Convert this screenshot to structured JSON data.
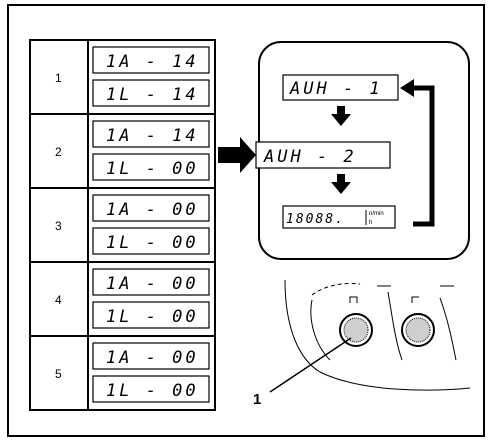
{
  "steps": [
    {
      "index": "1",
      "top": "1A - 14",
      "bottom": "1L - 14"
    },
    {
      "index": "2",
      "top": "1A - 14",
      "bottom": "1L - 00"
    },
    {
      "index": "3",
      "top": "1A - 00",
      "bottom": "1L - 00"
    },
    {
      "index": "4",
      "top": "1A - 00",
      "bottom": "1L - 00"
    },
    {
      "index": "5",
      "top": "1A - 00",
      "bottom": "1L - 00"
    }
  ],
  "cycle": {
    "display_1": "AUH - 1",
    "display_2": "AUH - 2",
    "display_3": "18088.",
    "unit_top": "n/min",
    "unit_bottom": "h"
  },
  "callout_label": "1"
}
